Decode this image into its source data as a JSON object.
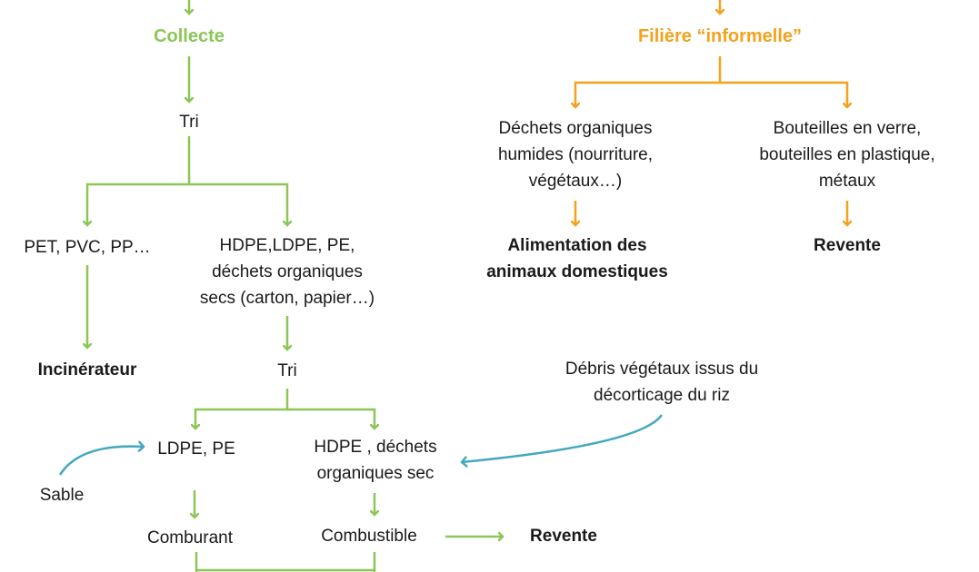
{
  "left": {
    "collecte": "Collecte",
    "tri1": "Tri",
    "pet": "PET, PVC, PP…",
    "hdpe_mix": [
      "HDPE,LDPE, PE,",
      "déchets organiques",
      "secs (carton, papier…)"
    ],
    "incinerateur": "Incinérateur",
    "tri2": "Tri",
    "ldpe": "LDPE, PE",
    "hdpe_sec": [
      "HDPE , déchets",
      "organiques sec"
    ],
    "sable": "Sable",
    "comburant": "Comburant",
    "combustible": "Combustible",
    "revente": "Revente"
  },
  "right": {
    "filiere": "Filière “informelle”",
    "organiques": [
      "Déchets organiques",
      "humides (nourriture,",
      "végétaux…)"
    ],
    "bouteilles": [
      "Bouteilles en verre,",
      "bouteilles en plastique,",
      "métaux"
    ],
    "alimentation": [
      "Alimentation des",
      "animaux domestiques"
    ],
    "revente": "Revente",
    "debris": [
      "Débris végétaux issus du",
      "décorticage du riz"
    ]
  },
  "colors": {
    "green": "#8cc657",
    "orange": "#f4a11c",
    "teal": "#44a8bf"
  }
}
